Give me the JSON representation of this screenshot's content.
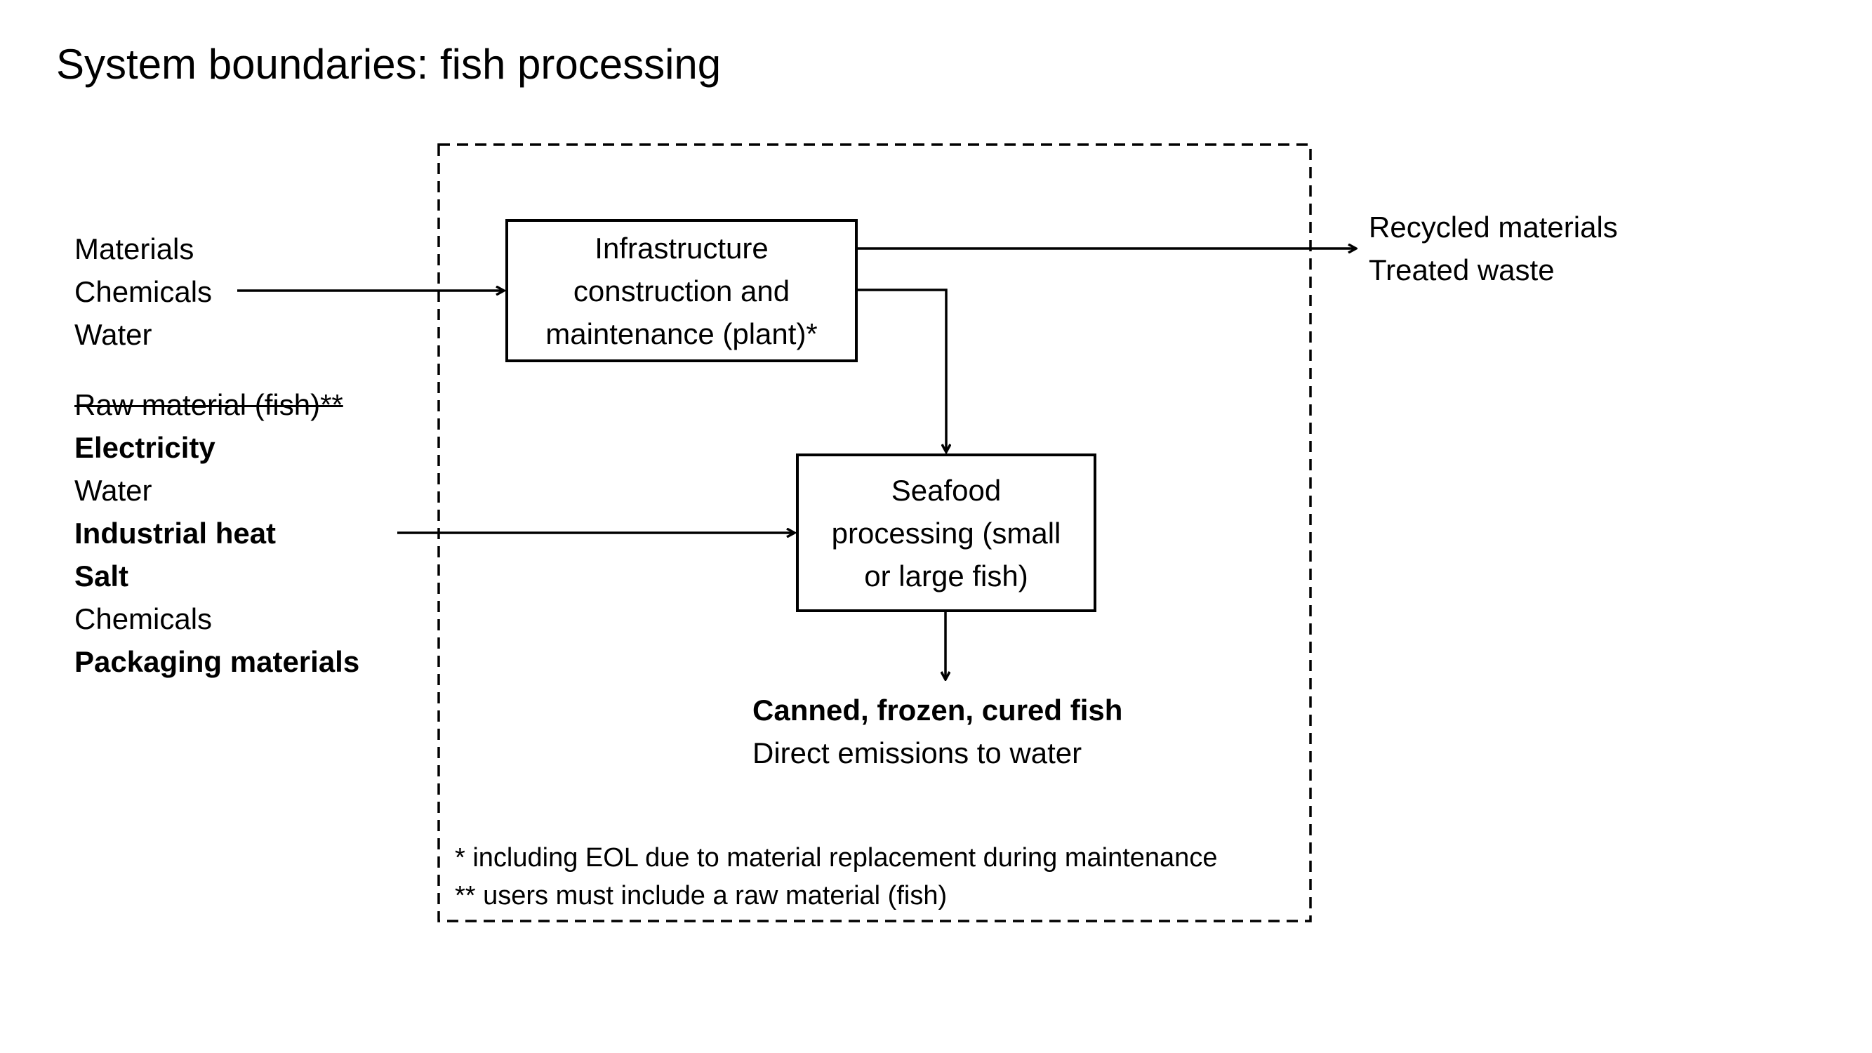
{
  "title": "System boundaries: fish processing",
  "infrastructure_inputs": {
    "items": [
      "Materials",
      "Chemicals",
      "Water"
    ]
  },
  "processing_inputs": {
    "items": [
      {
        "label": "Raw material (fish)**",
        "style": "strikethrough"
      },
      {
        "label": "Electricity",
        "style": "bold"
      },
      {
        "label": "Water",
        "style": "normal"
      },
      {
        "label": "Industrial heat",
        "style": "bold"
      },
      {
        "label": "Salt",
        "style": "bold"
      },
      {
        "label": "Chemicals",
        "style": "normal"
      },
      {
        "label": "Packaging materials",
        "style": "bold"
      }
    ]
  },
  "infrastructure_box": {
    "lines": [
      "Infrastructure",
      "construction and",
      "maintenance (plant)*"
    ]
  },
  "seafood_box": {
    "lines": [
      "Seafood",
      "processing (small",
      "or large fish)"
    ]
  },
  "infrastructure_outputs": {
    "items": [
      "Recycled materials",
      "Treated waste"
    ]
  },
  "processing_outputs": {
    "items": [
      {
        "label": "Canned, frozen, cured fish",
        "style": "bold"
      },
      {
        "label": "Direct emissions to water",
        "style": "normal"
      }
    ]
  },
  "footnotes": [
    "* including EOL due to material replacement during maintenance",
    "** users must include a raw material (fish)"
  ],
  "colors": {
    "line": "#000000",
    "background": "#ffffff"
  }
}
